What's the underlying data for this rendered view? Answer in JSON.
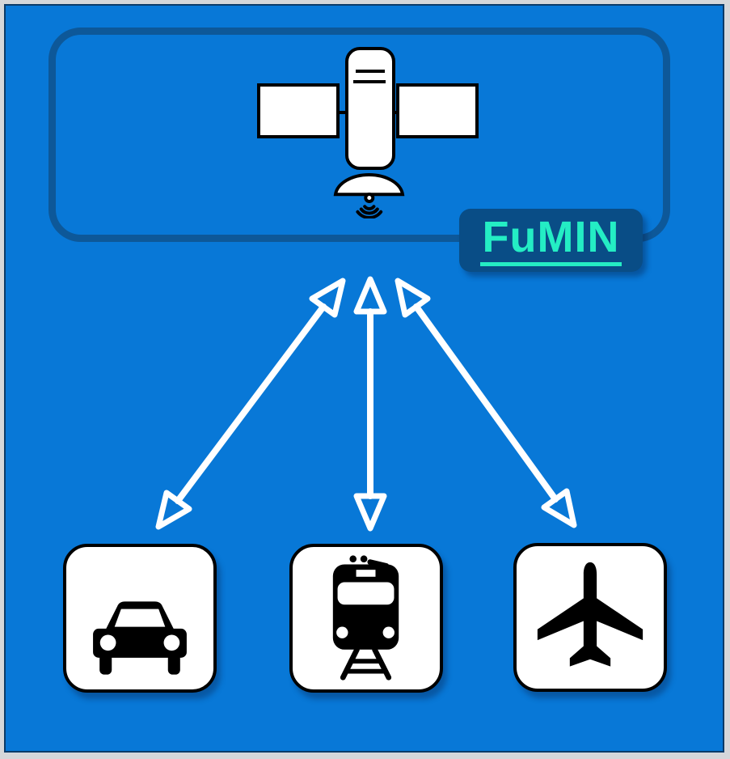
{
  "diagram": {
    "label": "FuMIN",
    "hub": {
      "id": "satellite",
      "icon": "satellite-icon",
      "description": "satellite with solar panels and transmitting dish inside rounded hub box"
    },
    "nodes": [
      {
        "id": "car",
        "icon": "car-icon"
      },
      {
        "id": "train",
        "icon": "train-icon"
      },
      {
        "id": "airplane",
        "icon": "airplane-icon"
      }
    ],
    "connections": [
      {
        "from": "satellite",
        "to": "car",
        "bidirectional": true
      },
      {
        "from": "satellite",
        "to": "train",
        "bidirectional": true
      },
      {
        "from": "satellite",
        "to": "airplane",
        "bidirectional": true
      }
    ]
  },
  "colors": {
    "background_blue": "#0878D7",
    "frame_gray": "#D5D7DA",
    "frame_line_navy": "#0B3B68",
    "hub_box_border": "#0D5899",
    "label_bg": "#094D86",
    "label_text": "#24EDC4",
    "arrow_white": "#FFFFFF",
    "card_bg": "#FFFFFF",
    "card_border": "#000000",
    "icon_color": "#000000"
  }
}
